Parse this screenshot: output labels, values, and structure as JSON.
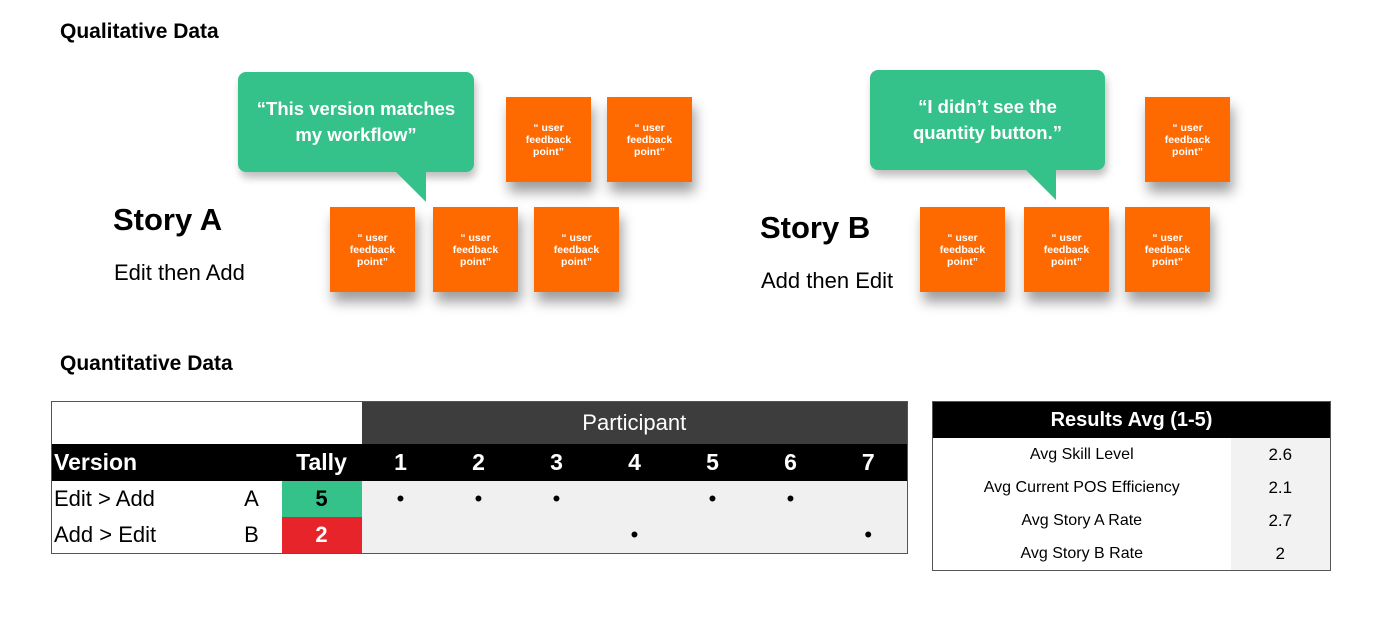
{
  "qualitative": {
    "title": "Qualitative Data",
    "story_a": {
      "title": "Story A",
      "subtitle": "Edit then Add",
      "quote": "“This version matches my workflow”",
      "sticky_text": "“ user feedback point”"
    },
    "story_b": {
      "title": "Story B",
      "subtitle": "Add then Edit",
      "quote": "“I didn’t see the quantity button.”",
      "sticky_text": "“ user feedback point”"
    }
  },
  "quantitative": {
    "title": "Quantitative Data",
    "participant_header": "Participant",
    "columns": {
      "version": "Version",
      "tally": "Tally",
      "participants": [
        "1",
        "2",
        "3",
        "4",
        "5",
        "6",
        "7"
      ]
    },
    "rows": [
      {
        "version": "Edit > Add",
        "letter": "A",
        "tally": "5",
        "marks": [
          "•",
          "•",
          "•",
          "",
          "•",
          "•",
          ""
        ]
      },
      {
        "version": "Add > Edit",
        "letter": "B",
        "tally": "2",
        "marks": [
          "",
          "",
          "",
          "•",
          "",
          "",
          "•"
        ]
      }
    ],
    "colors": {
      "tally_a": "#34c28a",
      "tally_b": "#e8242b",
      "sticky": "#ff6a00",
      "bubble": "#34c28a"
    }
  },
  "results": {
    "title": "Results Avg (1-5)",
    "items": [
      {
        "label": "Avg Skill Level",
        "value": "2.6"
      },
      {
        "label": "Avg Current POS Efficiency",
        "value": "2.1"
      },
      {
        "label": "Avg Story A Rate",
        "value": "2.7"
      },
      {
        "label": "Avg Story B Rate",
        "value": "2"
      }
    ]
  }
}
